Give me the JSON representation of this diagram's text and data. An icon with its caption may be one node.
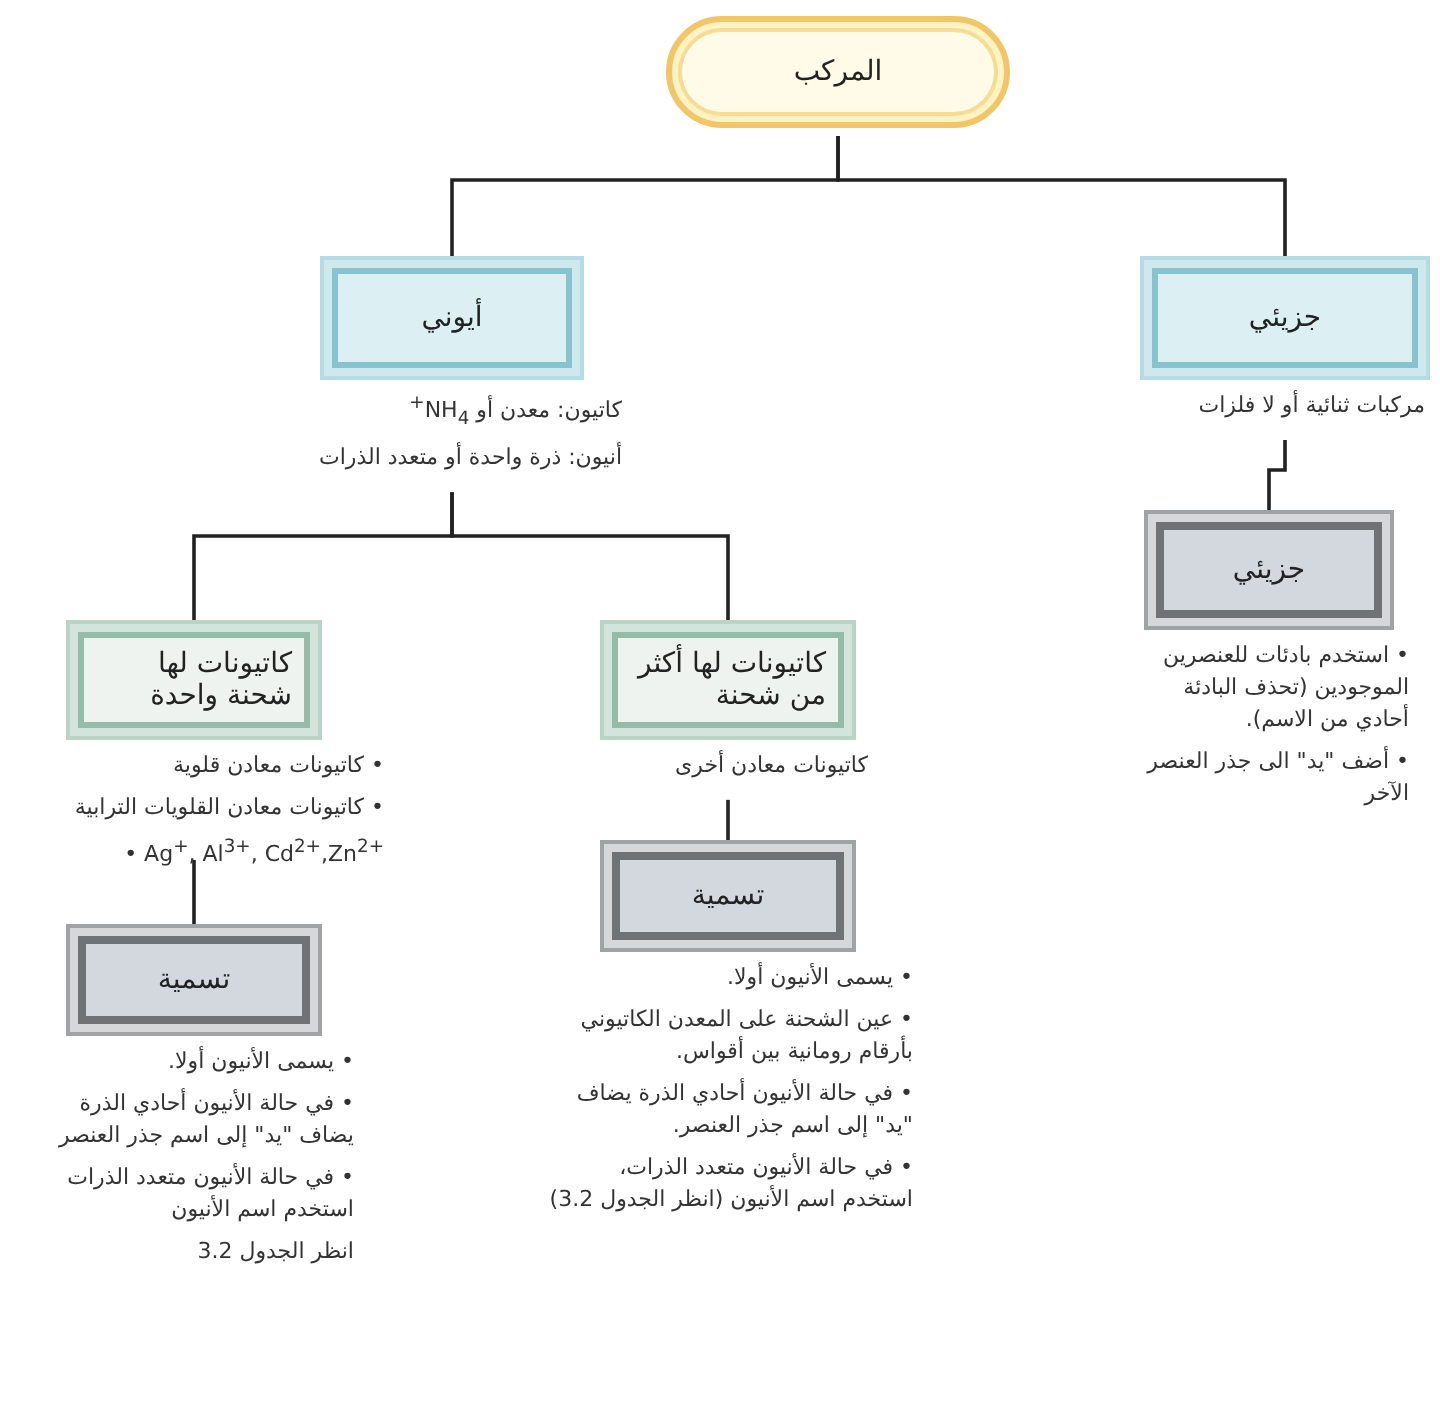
{
  "diagram": {
    "nodes": [
      {
        "text": [
          "المركب"
        ]
      },
      {
        "text": [
          "أيوني"
        ],
        "beside": [
          "كاتيون: معدن أو NH$_{4}$$^{+}$",
          "أنيون: ذرة واحدة أو متعدد الذرات"
        ]
      },
      {
        "text": [
          "جزيئي"
        ],
        "beside": [
          "مركبات ثنائية أو لا فلزات"
        ]
      },
      {
        "text": [
          "كاتيونات لها شحنة واحدة"
        ],
        "beside": [
          "• كاتيونات معادن قلوية",
          "• كاتيونات معادن القلويات الترابية",
          "• Ag$^{+}$, Al$^{3+}$, Cd$^{2+}$,Zn$^{2+}$"
        ]
      },
      {
        "text": [
          "كاتيونات لها أكثر من شحنة"
        ],
        "beside": [
          "كاتيونات معادن أخرى"
        ]
      },
      {
        "text": [
          "جزيئي"
        ],
        "beside": [
          "• استخدم بادئات للعنصرين الموجودين (تحذف البادئة أحادي من الاسم).",
          "• أضف \"يد\" الى جذر العنصر الآخر"
        ]
      },
      {
        "text": [
          "تسمية"
        ],
        "beside": [
          "• يسمى الأنيون أولا.",
          "• في حالة الأنيون أحادي الذرة يضاف \"يد\" إلى اسم جذر العنصر",
          "• في حالة الأنيون متعدد الذرات استخدم اسم الأنيون",
          "انظر الجدول 3.2"
        ]
      },
      {
        "text": [
          "تسمية"
        ],
        "beside": [
          "• يسمى الأنيون أولا.",
          "• عين الشحنة على المعدن الكاتيوني بأرقام رومانية بين أقواس.",
          "• في حالة الأنيون أحادي الذرة يضاف \"يد\" إلى اسم جذر العنصر.",
          "• في حالة الأنيون متعدد الذرات، استخدم اسم الأنيون (انظر الجدول 3.2)"
        ]
      }
    ],
    "edges": [
      {
        "from": 0,
        "to": 1,
        "arrow": "none"
      },
      {
        "from": 0,
        "to": 2,
        "arrow": "none"
      },
      {
        "from": 1,
        "to": 3,
        "arrow": "none"
      },
      {
        "from": 1,
        "to": 4,
        "arrow": "none"
      },
      {
        "from": 2,
        "to": 5,
        "arrow": "none"
      },
      {
        "from": 3,
        "to": 6,
        "arrow": "none"
      },
      {
        "from": 4,
        "to": 7,
        "arrow": "none"
      }
    ]
  }
}
